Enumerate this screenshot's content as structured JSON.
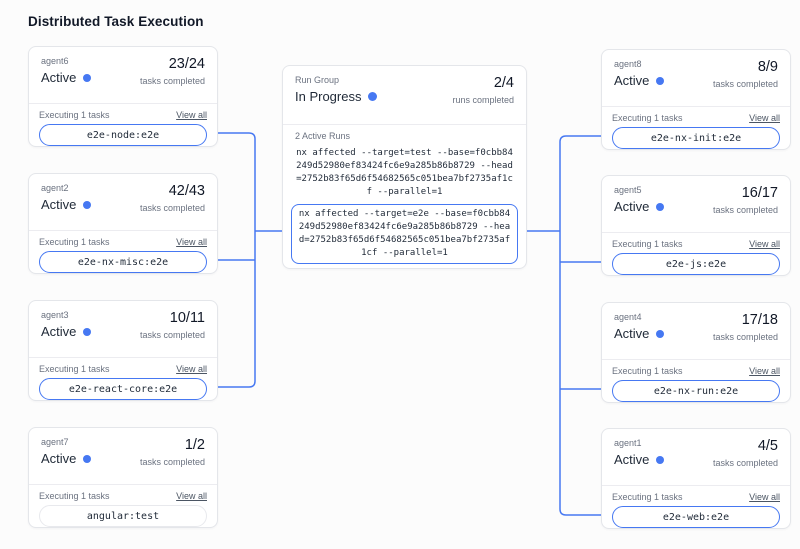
{
  "title": "Distributed Task Execution",
  "colors": {
    "accent": "#4678f2",
    "card_border": "#e4e6ea",
    "text_primary": "#1f2937",
    "text_secondary": "#6b7280",
    "background": "#fcfcfc"
  },
  "labels": {
    "tasks_completed": "tasks completed",
    "runs_completed": "runs completed",
    "executing_tasks": "Executing 1 tasks",
    "view_all": "View all"
  },
  "run_group": {
    "label": "Run Group",
    "status": "In Progress",
    "count": "2/4",
    "active_runs": "2 Active Runs",
    "runs": [
      {
        "command": "nx affected --target=test --base=f0cbb84249d52980ef83424fc6e9a285b86b8729 --head=2752b83f65d6f54682565c051bea7bf2735af1cf --parallel=1",
        "highlighted": false
      },
      {
        "command": "nx affected --target=e2e --base=f0cbb84249d52980ef83424fc6e9a285b86b8729 --head=2752b83f65d6f54682565c051bea7bf2735af1cf --parallel=1",
        "highlighted": true
      }
    ]
  },
  "agents_left": [
    {
      "name": "agent6",
      "status": "Active",
      "count": "23/24",
      "task": "e2e-node:e2e",
      "connected": true
    },
    {
      "name": "agent2",
      "status": "Active",
      "count": "42/43",
      "task": "e2e-nx-misc:e2e",
      "connected": true
    },
    {
      "name": "agent3",
      "status": "Active",
      "count": "10/11",
      "task": "e2e-react-core:e2e",
      "connected": true
    },
    {
      "name": "agent7",
      "status": "Active",
      "count": "1/2",
      "task": "angular:test",
      "connected": false
    }
  ],
  "agents_right": [
    {
      "name": "agent8",
      "status": "Active",
      "count": "8/9",
      "task": "e2e-nx-init:e2e",
      "connected": true
    },
    {
      "name": "agent5",
      "status": "Active",
      "count": "16/17",
      "task": "e2e-js:e2e",
      "connected": true
    },
    {
      "name": "agent4",
      "status": "Active",
      "count": "17/18",
      "task": "e2e-nx-run:e2e",
      "connected": true
    },
    {
      "name": "agent1",
      "status": "Active",
      "count": "4/5",
      "task": "e2e-web:e2e",
      "connected": true
    }
  ]
}
